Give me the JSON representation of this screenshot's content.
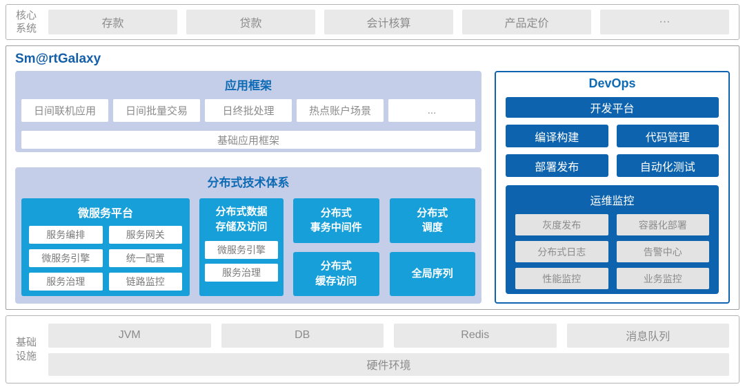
{
  "colors": {
    "bright_blue": "#169fd8",
    "dark_blue": "#0d63ad",
    "panel_periwinkle": "#c5cee8",
    "title_blue": "#0d6ab4"
  },
  "core_system": {
    "label": "核心系统",
    "items": [
      "存款",
      "贷款",
      "会计核算",
      "产品定价",
      "···"
    ]
  },
  "galaxy": {
    "title": "Sm@rtGalaxy",
    "app_framework": {
      "title": "应用框架",
      "items": [
        "日间联机应用",
        "日间批量交易",
        "日终批处理",
        "热点账户场景",
        "..."
      ],
      "base_item": "基础应用框架"
    },
    "dist_tech": {
      "title": "分布式技术体系",
      "microservice": {
        "title": "微服务平台",
        "items": [
          "服务编排",
          "服务网关",
          "微服务引擎",
          "统一配置",
          "服务治理",
          "链路监控"
        ]
      },
      "data_storage": {
        "title": "分布式数据\n存储及访问",
        "items": [
          "微服务引擎",
          "服务治理"
        ]
      },
      "blocks": [
        "分布式\n事务中间件",
        "分布式\n调度",
        "分布式\n缓存访问",
        "全局序列"
      ]
    },
    "devops": {
      "title": "DevOps",
      "dev_platform": "开发平台",
      "items": [
        "编译构建",
        "代码管理",
        "部署发布",
        "自动化测试"
      ],
      "ops_monitor": {
        "title": "运维监控",
        "items": [
          "灰度发布",
          "容器化部署",
          "分布式日志",
          "告警中心",
          "性能监控",
          "业务监控"
        ]
      }
    }
  },
  "infrastructure": {
    "label": "基础设施",
    "items": [
      "JVM",
      "DB",
      "Redis",
      "消息队列"
    ],
    "base_item": "硬件环境"
  }
}
